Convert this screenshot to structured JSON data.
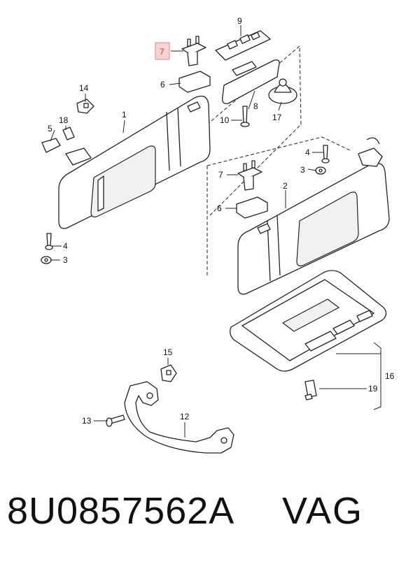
{
  "callouts": {
    "c1": "1",
    "c2": "2",
    "c3a": "3",
    "c3b": "3",
    "c4a": "4",
    "c4b": "4",
    "c5": "5",
    "c6a": "6",
    "c6b": "6",
    "c7a": "7",
    "c7b": "7",
    "c8": "8",
    "c9": "9",
    "c10": "10",
    "c12": "12",
    "c13": "13",
    "c14": "14",
    "c15": "15",
    "c16": "16",
    "c17": "17",
    "c18": "18",
    "c19": "19"
  },
  "highlight_color": "#c43a3a",
  "footer": {
    "part_number": "8U0857562A",
    "brand": "VAG"
  }
}
